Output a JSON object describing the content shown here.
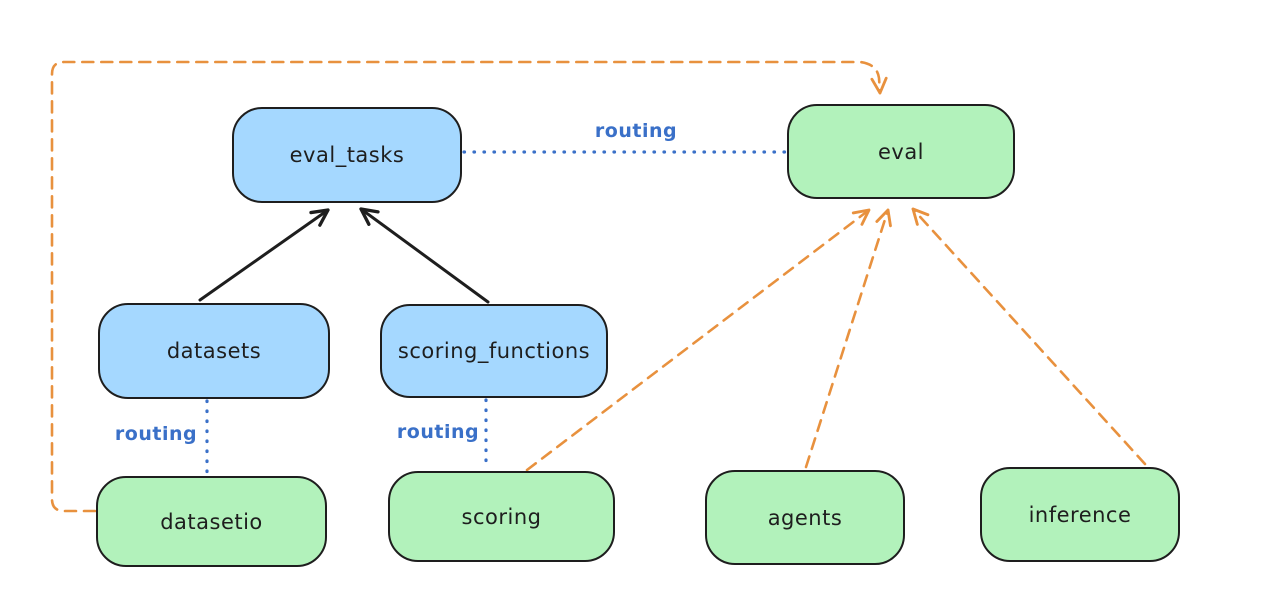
{
  "nodes": {
    "eval_tasks": {
      "label": "eval_tasks",
      "fill": "#a5d8ff"
    },
    "eval": {
      "label": "eval",
      "fill": "#b2f2bb"
    },
    "datasets": {
      "label": "datasets",
      "fill": "#a5d8ff"
    },
    "scoring_functions": {
      "label": "scoring_functions",
      "fill": "#a5d8ff"
    },
    "datasetio": {
      "label": "datasetio",
      "fill": "#b2f2bb"
    },
    "scoring": {
      "label": "scoring",
      "fill": "#b2f2bb"
    },
    "agents": {
      "label": "agents",
      "fill": "#b2f2bb"
    },
    "inference": {
      "label": "inference",
      "fill": "#b2f2bb"
    }
  },
  "edge_labels": {
    "eval_tasks_to_eval": "routing",
    "datasets_to_datasetio": "routing",
    "scoring_functions_to_scoring": "routing"
  },
  "edges": [
    {
      "from": "datasets",
      "to": "eval_tasks",
      "style": "solid",
      "arrow": true,
      "color": "#1e1e1e"
    },
    {
      "from": "scoring_functions",
      "to": "eval_tasks",
      "style": "solid",
      "arrow": true,
      "color": "#1e1e1e"
    },
    {
      "from": "eval_tasks",
      "to": "eval",
      "style": "dotted",
      "arrow": false,
      "color": "#3a70c8",
      "label": "routing"
    },
    {
      "from": "datasets",
      "to": "datasetio",
      "style": "dotted",
      "arrow": false,
      "color": "#3a70c8",
      "label": "routing"
    },
    {
      "from": "scoring_functions",
      "to": "scoring",
      "style": "dotted",
      "arrow": false,
      "color": "#3a70c8",
      "label": "routing"
    },
    {
      "from": "datasetio",
      "to": "eval",
      "style": "dashed",
      "arrow": true,
      "color": "#e8913e",
      "route": "around-left-and-top"
    },
    {
      "from": "scoring",
      "to": "eval",
      "style": "dashed",
      "arrow": true,
      "color": "#e8913e"
    },
    {
      "from": "agents",
      "to": "eval",
      "style": "dashed",
      "arrow": true,
      "color": "#e8913e"
    },
    {
      "from": "inference",
      "to": "eval",
      "style": "dashed",
      "arrow": true,
      "color": "#e8913e"
    }
  ],
  "colors": {
    "node_blue_fill": "#a5d8ff",
    "node_green_fill": "#b2f2bb",
    "node_stroke": "#1e1e1e",
    "routing_blue": "#3a70c8",
    "dashed_orange": "#e8913e",
    "background": "#ffffff"
  }
}
